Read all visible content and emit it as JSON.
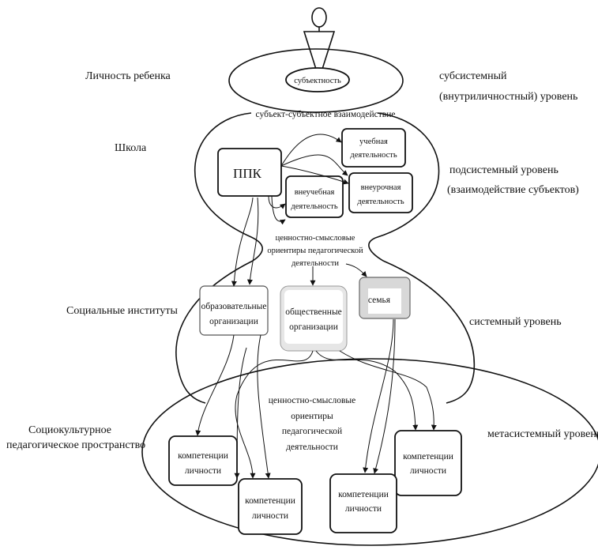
{
  "labels": {
    "personality": "Личность ребенка",
    "school": "Школа",
    "institutions": "Социальные институты",
    "sociocultural_line1": "Социокультурное",
    "sociocultural_line2": "педагогическое пространство",
    "subsystem_line1": "субсистемный",
    "subsystem_line2": "(внутриличностный) уровень",
    "subsys2_line1": "подсистемный уровень",
    "subsys2_line2": "(взаимодействие субъектов)",
    "system": "системный уровень",
    "metasystem": "метасистемный уровень",
    "subjectness": "субъектность",
    "interaction": "субъект-субъектное взаимодействие"
  },
  "boxes": {
    "ppk": "ППК",
    "study_line1": "учебная",
    "study_line2": "деятельность",
    "extracurricular_line1": "внеурочная",
    "extracurricular_line2": "деятельность",
    "outofschool_line1": "внеучебная",
    "outofschool_line2": "деятельность",
    "values_top_line1": "ценностно-смысловые",
    "values_top_line2": "ориентиры педагогической",
    "values_top_line3": "деятельности",
    "edu_line1": "образовательные",
    "edu_line2": "организации",
    "public_line1": "общественные",
    "public_line2": "организации",
    "family": "семья",
    "values_bottom_line1": "ценностно-смысловые",
    "values_bottom_line2": "ориентиры",
    "values_bottom_line3": "педагогической",
    "values_bottom_line4": "деятельности",
    "comp_label_line1": "компетенции",
    "comp_label_line2": "личности"
  }
}
